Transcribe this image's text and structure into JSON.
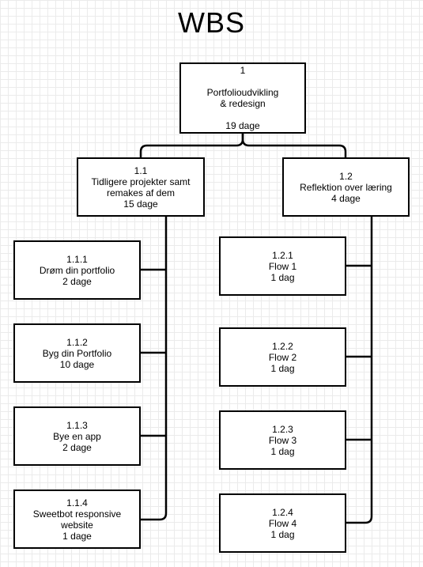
{
  "title": "WBS",
  "root": {
    "id": "1",
    "name_line1": "Portfolioudvikling",
    "name_line2": "& redesign",
    "duration": "19 dage"
  },
  "branch_1": {
    "id": "1.1",
    "name_line1": "Tidligere projekter samt",
    "name_line2": "remakes af dem",
    "duration": "15 dage",
    "children": [
      {
        "id": "1.1.1",
        "name": "Drøm din portfolio",
        "duration": "2 dage"
      },
      {
        "id": "1.1.2",
        "name": "Byg din Portfolio",
        "duration": "10 dage"
      },
      {
        "id": "1.1.3",
        "name": "Bye en app",
        "duration": "2 dage"
      },
      {
        "id": "1.1.4",
        "name_line1": "Sweetbot responsive",
        "name_line2": "website",
        "duration": "1 dage"
      }
    ]
  },
  "branch_2": {
    "id": "1.2",
    "name": "Reflektion over læring",
    "duration": "4 dage",
    "children": [
      {
        "id": "1.2.1",
        "name": "Flow 1",
        "duration": "1 dag"
      },
      {
        "id": "1.2.2",
        "name": "Flow 2",
        "duration": "1 dag"
      },
      {
        "id": "1.2.3",
        "name": "Flow 3",
        "duration": "1 dag"
      },
      {
        "id": "1.2.4",
        "name": "Flow 4",
        "duration": "1 dag"
      }
    ]
  }
}
